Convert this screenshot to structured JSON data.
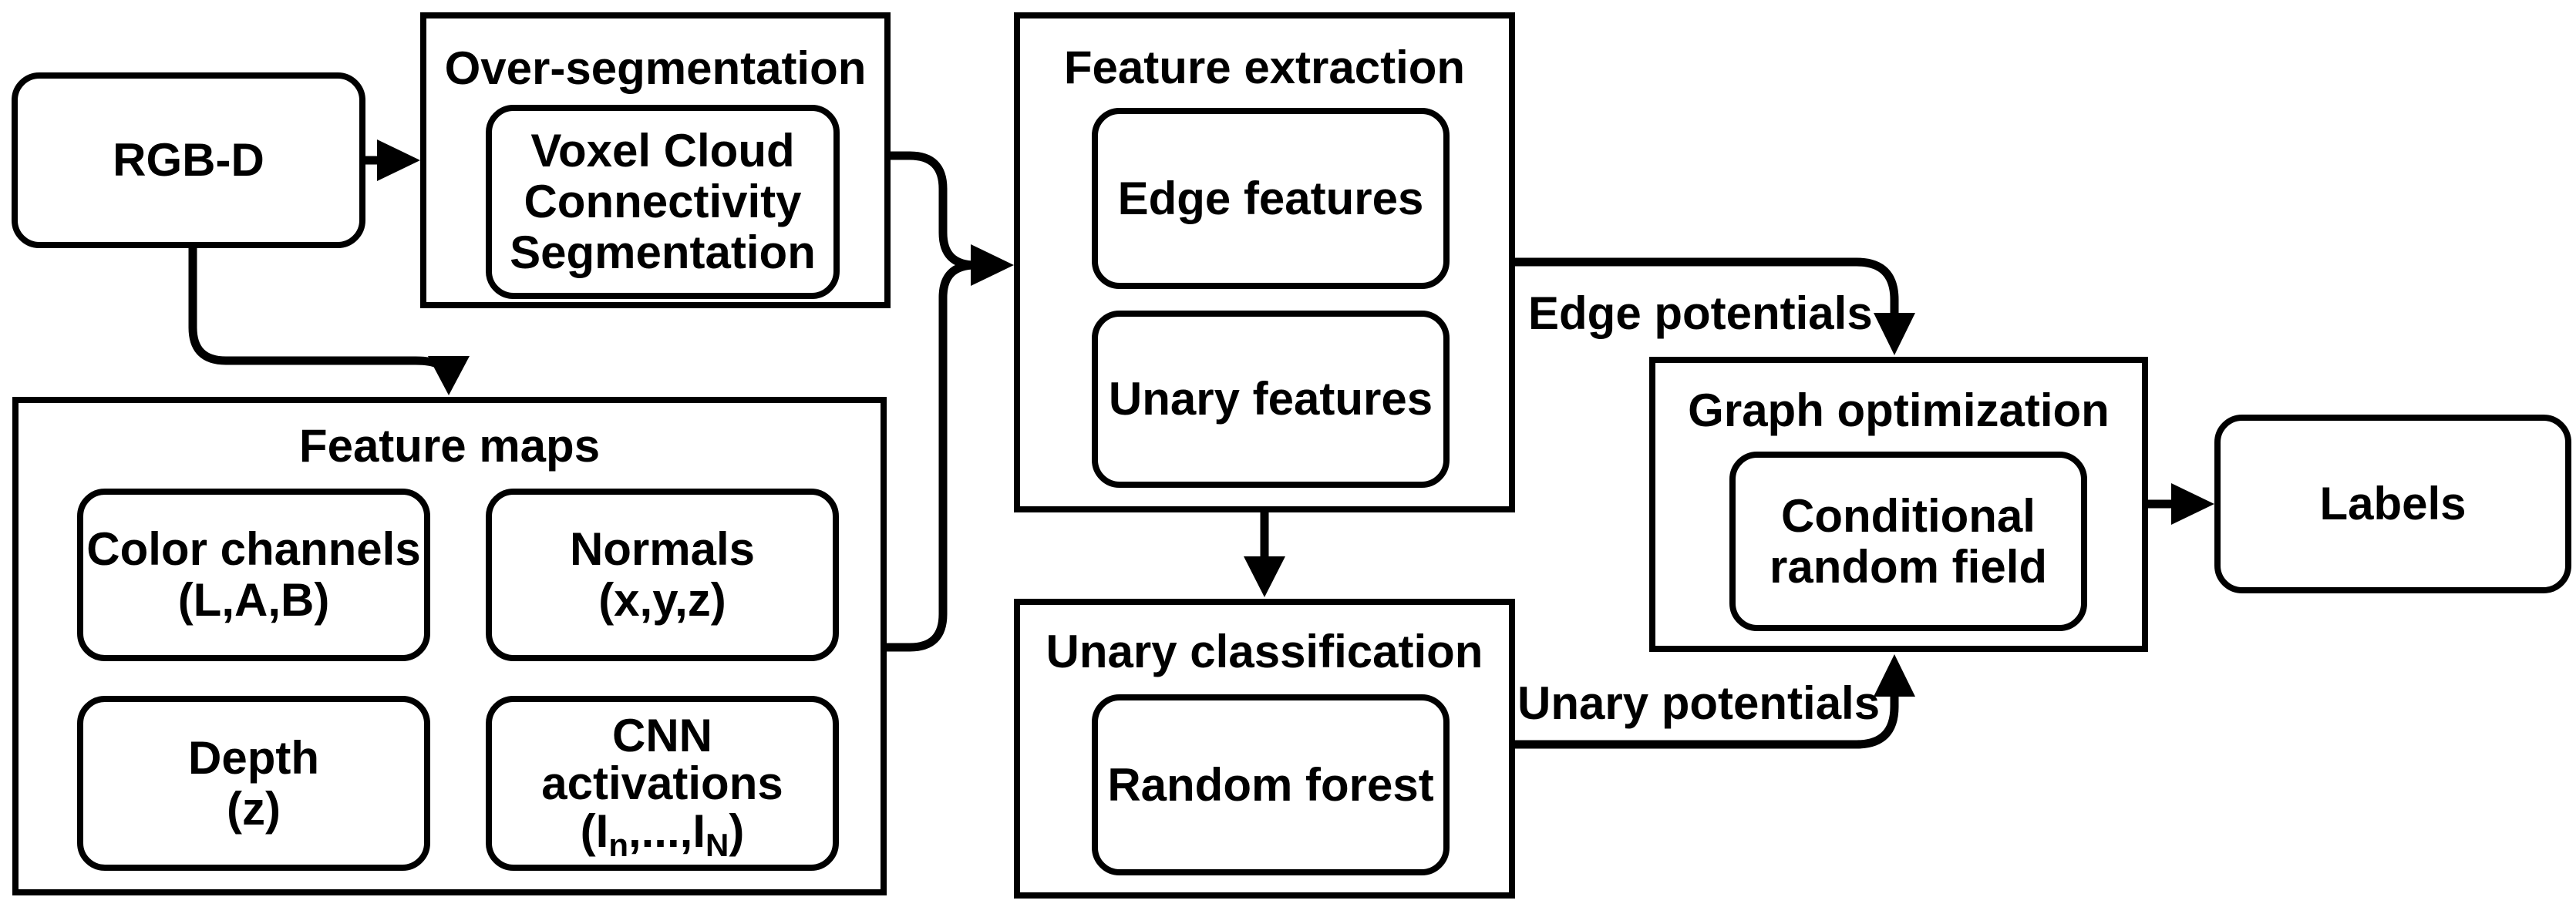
{
  "nodes": {
    "rgbd": {
      "label": "RGB-D"
    },
    "over_segmentation": {
      "title": "Over-segmentation",
      "children": {
        "vccs": {
          "lines": [
            "Voxel Cloud",
            "Connectivity",
            "Segmentation"
          ]
        }
      }
    },
    "feature_maps": {
      "title": "Feature maps",
      "children": {
        "color_channels": {
          "lines": [
            "Color channels",
            "(L,A,B)"
          ]
        },
        "normals": {
          "lines": [
            "Normals",
            "(x,y,z)"
          ]
        },
        "depth": {
          "lines": [
            "Depth",
            "(z)"
          ]
        },
        "cnn_activations": {
          "line1": "CNN",
          "line2": "activations",
          "line3": {
            "pre": "(I",
            "sub1": "n",
            "mid": ",...,I",
            "sub2": "N",
            "post": ")"
          }
        }
      }
    },
    "feature_extraction": {
      "title": "Feature extraction",
      "children": {
        "edge_features": {
          "label": "Edge features"
        },
        "unary_features": {
          "label": "Unary features"
        }
      }
    },
    "unary_classification": {
      "title": "Unary classification",
      "children": {
        "random_forest": {
          "label": "Random forest"
        }
      }
    },
    "graph_optimization": {
      "title": "Graph optimization",
      "children": {
        "crf": {
          "lines": [
            "Conditional",
            "random field"
          ]
        }
      }
    },
    "labels": {
      "label": "Labels"
    }
  },
  "edge_labels": {
    "edge_potentials": "Edge potentials",
    "unary_potentials": "Unary potentials"
  },
  "colors": {
    "stroke": "#000000",
    "background": "#ffffff"
  }
}
